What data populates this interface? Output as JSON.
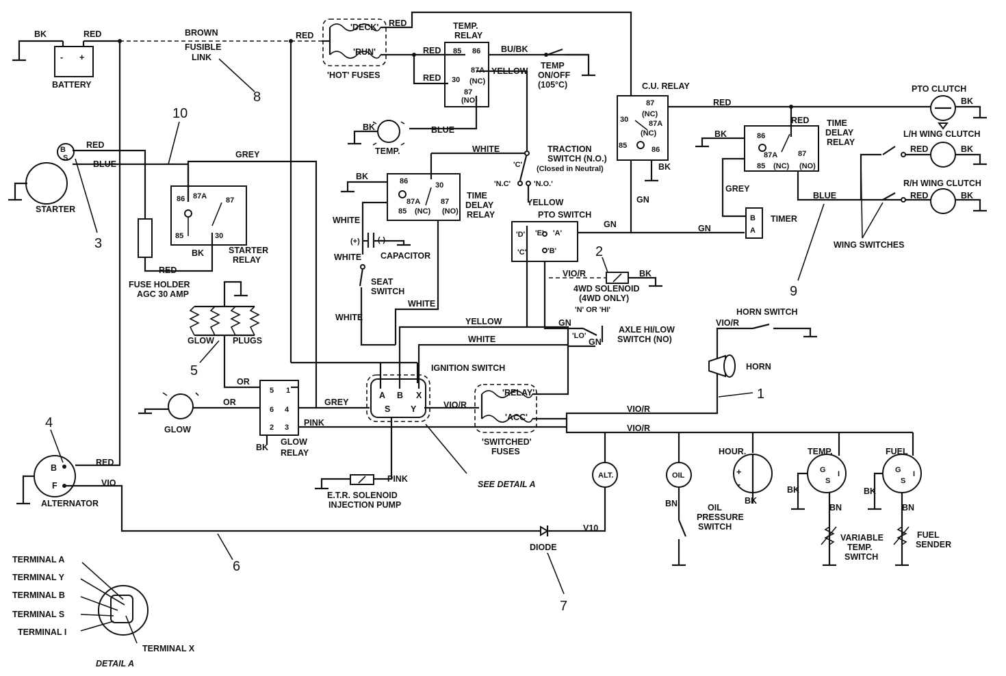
{
  "wires": {
    "bk": "BK",
    "red": "RED",
    "blue": "BLUE",
    "grey": "GREY",
    "white": "WHITE",
    "yellow": "YELLOW",
    "gn": "GN",
    "or": "OR",
    "pink": "PINK",
    "vio": "VIO",
    "vio_r": "VIO/R",
    "bu_bk": "BU/BK",
    "v10": "V10",
    "bn": "BN"
  },
  "components": {
    "battery": "BATTERY",
    "battery_minus": "-",
    "battery_plus": "+",
    "fusible_link": [
      "BROWN",
      "FUSIBLE",
      "LINK"
    ],
    "hot_fuses": "'HOT' FUSES",
    "deck": "'DECK'",
    "run": "'RUN'",
    "temp_relay": [
      "TEMP.",
      "RELAY"
    ],
    "temp_switch": [
      "TEMP",
      "ON/OFF",
      "(105°C)"
    ],
    "temp_lamp": "TEMP.",
    "cu_relay": "C.U.  RELAY",
    "pto_clutch": "PTO CLUTCH",
    "lh_wing": "L/H WING CLUTCH",
    "rh_wing": "R/H WING CLUTCH",
    "time_delay_relay": [
      "TIME",
      "DELAY",
      "RELAY"
    ],
    "timer": "TIMER",
    "wing_switches": "WING SWITCHES",
    "starter": "STARTER",
    "starter_relay": [
      "STARTER",
      "RELAY"
    ],
    "fuse_holder": [
      "FUSE HOLDER",
      "AGC 30 AMP"
    ],
    "traction_switch": [
      "TRACTION",
      "SWITCH (N.O.)",
      "(Closed in Neutral)"
    ],
    "capacitor": "CAPACITOR",
    "cap_plus": "(+)",
    "cap_minus": "(-)",
    "seat_switch": [
      "SEAT",
      "SWITCH"
    ],
    "pto_switch": "PTO SWITCH",
    "solenoid_4wd": [
      "4WD SOLENOID",
      "(4WD ONLY)"
    ],
    "axle_switch": [
      "AXLE HI/LOW",
      "SWITCH (NO)"
    ],
    "n_or_hi": "'N' OR 'HI'",
    "lo": "'LO'",
    "horn_switch": "HORN SWITCH",
    "horn": "HORN",
    "glow_plugs": [
      "GLOW",
      "PLUGS"
    ],
    "ignition_switch": "IGNITION SWITCH",
    "glow_lamp": "GLOW",
    "glow_relay": [
      "GLOW",
      "RELAY"
    ],
    "switched_fuses": [
      "'SWITCHED'",
      "FUSES"
    ],
    "relay_fuse": "'RELAY'",
    "acc_fuse": "'ACC'",
    "alternator": "ALTERNATOR",
    "etr_solenoid": [
      "E.T.R. SOLENOID",
      "INJECTION PUMP"
    ],
    "see_detail": "SEE DETAIL A",
    "alt_lamp": "ALT.",
    "oil_lamp": "OIL",
    "oil_switch": [
      "OIL",
      "PRESSURE",
      "SWITCH"
    ],
    "hour": "HOUR.",
    "temp_gauge": "TEMP.",
    "fuel_gauge": "FUEL",
    "variable_temp": [
      "VARIABLE",
      "TEMP.",
      "SWITCH"
    ],
    "fuel_sender": [
      "FUEL",
      "SENDER"
    ],
    "diode": "DIODE",
    "detail_a": "DETAIL A",
    "terminals": [
      "TERMINAL  A",
      "TERMINAL Y",
      "TERMINAL B",
      "TERMINAL S",
      "TERMINAL I",
      "TERMINAL X"
    ]
  },
  "pins": {
    "p85": "85",
    "p86": "86",
    "p30": "30",
    "p87": "87",
    "p87a": "87A",
    "nc": "(NC)",
    "no": "(NO)",
    "c": "'C'",
    "nc_q": "'N.C'",
    "no_q": "'N.O.'",
    "d": "'D'",
    "e": "'E'",
    "a": "'A'",
    "b": "'B'",
    "cq": "'C'",
    "A": "A",
    "B": "B",
    "X": "X",
    "S": "S",
    "Y": "Y",
    "g": "G",
    "s": "S",
    "i": "I",
    "F": "F",
    "g1": "1",
    "g2": "2",
    "g3": "3",
    "g4": "4",
    "g5": "5",
    "g6": "6",
    "plus": "+",
    "minus": "-"
  },
  "callouts": [
    "1",
    "2",
    "3",
    "4",
    "5",
    "6",
    "7",
    "8",
    "9",
    "10"
  ]
}
